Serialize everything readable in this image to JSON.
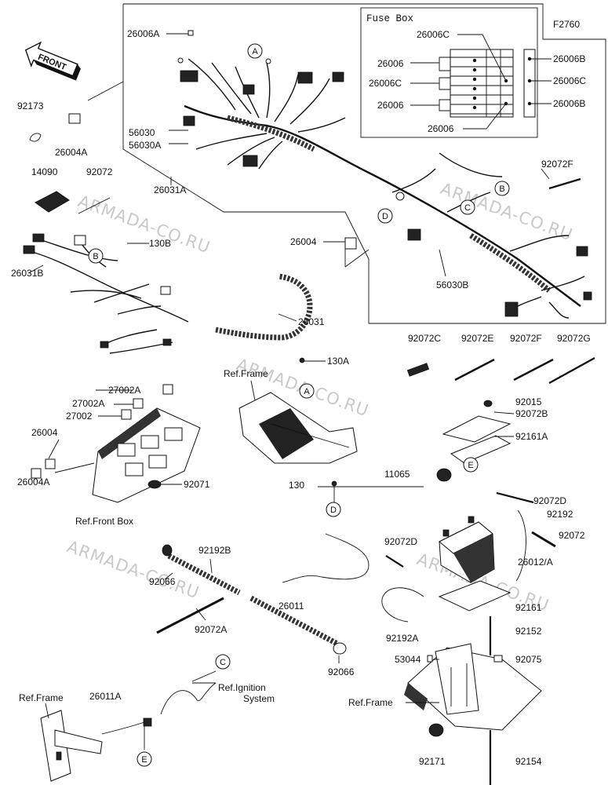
{
  "diagram": {
    "code": "F2760",
    "front_label": "FRONT",
    "fuse_box": {
      "title": "Fuse Box",
      "parts_left": [
        "26006C",
        "26006",
        "26006C",
        "26006",
        "26006"
      ],
      "parts_right": [
        "26006B",
        "26006C",
        "26006B"
      ]
    },
    "callouts": [
      "A",
      "B",
      "C",
      "D",
      "E"
    ],
    "refs": {
      "frame": "Ref.Frame",
      "front_box": "Ref.Front Box",
      "ignition_line1": "Ref.Ignition",
      "ignition_line2": "System"
    },
    "watermark": "ARMADA-CO.RU",
    "parts": {
      "p26006A": "26006A",
      "p92173": "92173",
      "p26004A_top": "26004A",
      "p56030": "56030",
      "p56030A": "56030A",
      "p14090": "14090",
      "p92072": "92072",
      "p26031A": "26031A",
      "p92072F_top": "92072F",
      "p26004_mid": "26004",
      "p130B": "130B",
      "p26031B": "26031B",
      "p56030B": "56030B",
      "p26031": "26031",
      "p92072C": "92072C",
      "p92072E": "92072E",
      "p92072F": "92072F",
      "p92072G": "92072G",
      "p130A": "130A",
      "p27002A_1": "27002A",
      "p27002A_2": "27002A",
      "p27002": "27002",
      "p26004_left": "26004",
      "p26004A_left": "26004A",
      "p92071": "92071",
      "p92015": "92015",
      "p92072B": "92072B",
      "p92161A": "92161A",
      "p130": "130",
      "p11065": "11065",
      "p92072D_r": "92072D",
      "p92192": "92192",
      "p92072_r": "92072",
      "p92192B": "92192B",
      "p92072D_l": "92072D",
      "p26012A": "26012/A",
      "p92066_top": "92066",
      "p26011": "26011",
      "p92161": "92161",
      "p92072A": "92072A",
      "p92192A": "92192A",
      "p92152": "92152",
      "p53044": "53044",
      "p92075": "92075",
      "p92066_bot": "92066",
      "p26011A": "26011A",
      "p92171": "92171",
      "p92154": "92154"
    }
  }
}
